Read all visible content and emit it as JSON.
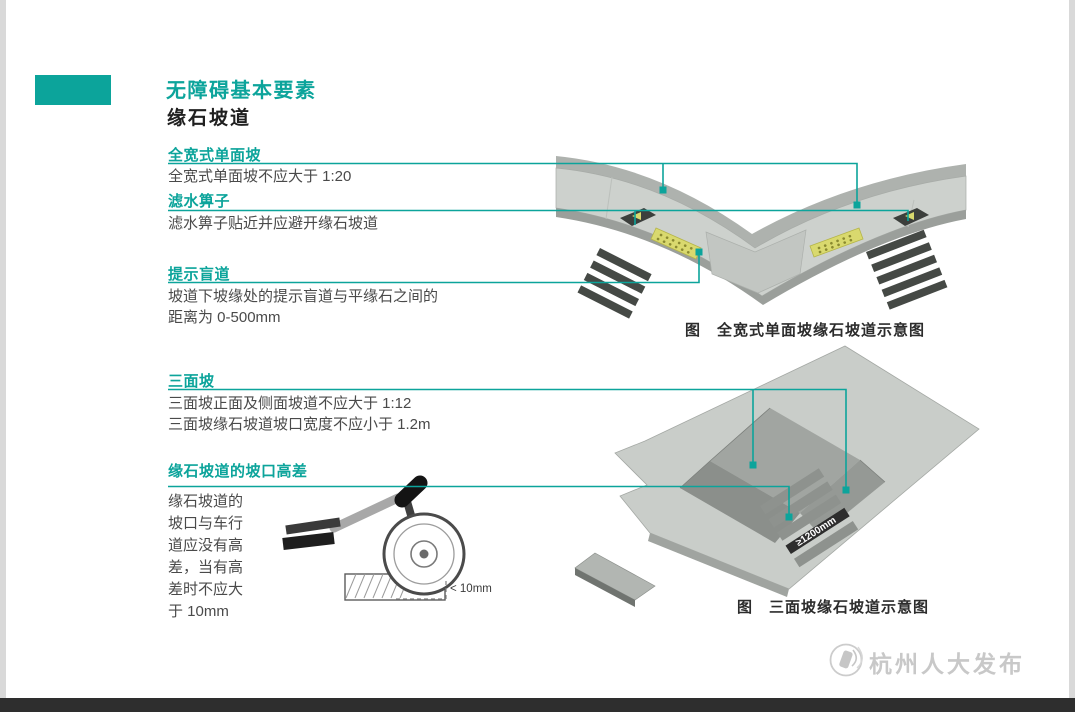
{
  "page": {
    "title": "无障碍基本要素",
    "subtitle": "缘石坡道"
  },
  "sections": [
    {
      "heading": "全宽式单面坡",
      "lines": [
        "全宽式单面坡不应大于 1:20"
      ]
    },
    {
      "heading": "滤水箅子",
      "lines": [
        "滤水箅子贴近并应避开缘石坡道"
      ]
    },
    {
      "heading": "提示盲道",
      "lines": [
        "坡道下坡缘处的提示盲道与平缘石之间的",
        "距离为 0-500mm"
      ]
    },
    {
      "heading": "三面坡",
      "lines": [
        "三面坡正面及侧面坡道不应大于 1:12",
        "三面坡缘石坡道坡口宽度不应小于 1.2m"
      ]
    },
    {
      "heading": "缘石坡道的坡口高差",
      "lines": [
        "缘石坡道的",
        "坡口与车行",
        "道应没有高",
        "差，当有高",
        "差时不应大",
        "于 10mm"
      ]
    }
  ],
  "figures": [
    {
      "caption": "图　全宽式单面坡缘石坡道示意图"
    },
    {
      "caption": "图　三面坡缘石坡道示意图"
    }
  ],
  "annotations": {
    "wheel_gap": "< 10mm",
    "crosswalk_width": "≥1200mm"
  },
  "watermark": {
    "text": "杭州人大发布"
  },
  "colors": {
    "accent": "#0ca49b",
    "tactile_yellow": "#d9d96e",
    "footer": "#2e2e2e"
  }
}
